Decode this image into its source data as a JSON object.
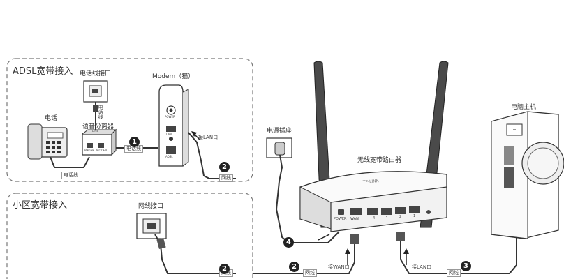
{
  "sections": {
    "adsl": "ADSL宽带接入",
    "community": "小区宽带接入"
  },
  "labels": {
    "phone_jack": "电话线接口",
    "phone": "电话",
    "splitter": "语音分离器",
    "modem": "Modem（猫）",
    "power_outlet": "电源插座",
    "router": "无线宽带路由器",
    "pc": "电脑主机",
    "net_jack": "网线接口"
  },
  "small_labels": {
    "phone_line": "电话线",
    "phone_line_2": "电话线",
    "phone_line_3": "电话线",
    "net_cable": "网线",
    "net_cable_2": "网线",
    "net_cable_3": "网线",
    "net_cable_4": "网线",
    "lan_port": "接LAN口",
    "lan_port_2": "接LAN口",
    "wan_port": "接WAN口",
    "power_port": "POWER",
    "wan_label": "WAN",
    "splitter_phone": "PHONE",
    "splitter_modem": "MODEM",
    "splitter_line": "LINE",
    "modem_power": "POWER",
    "modem_lan": "LAN",
    "modem_adsl": "ADSL"
  },
  "port_numbers": [
    "4",
    "3",
    "2",
    "1"
  ],
  "steps": {
    "s1": "1",
    "s2a": "2",
    "s2b": "2",
    "s2c": "2",
    "s3": "3",
    "s4": "4"
  }
}
